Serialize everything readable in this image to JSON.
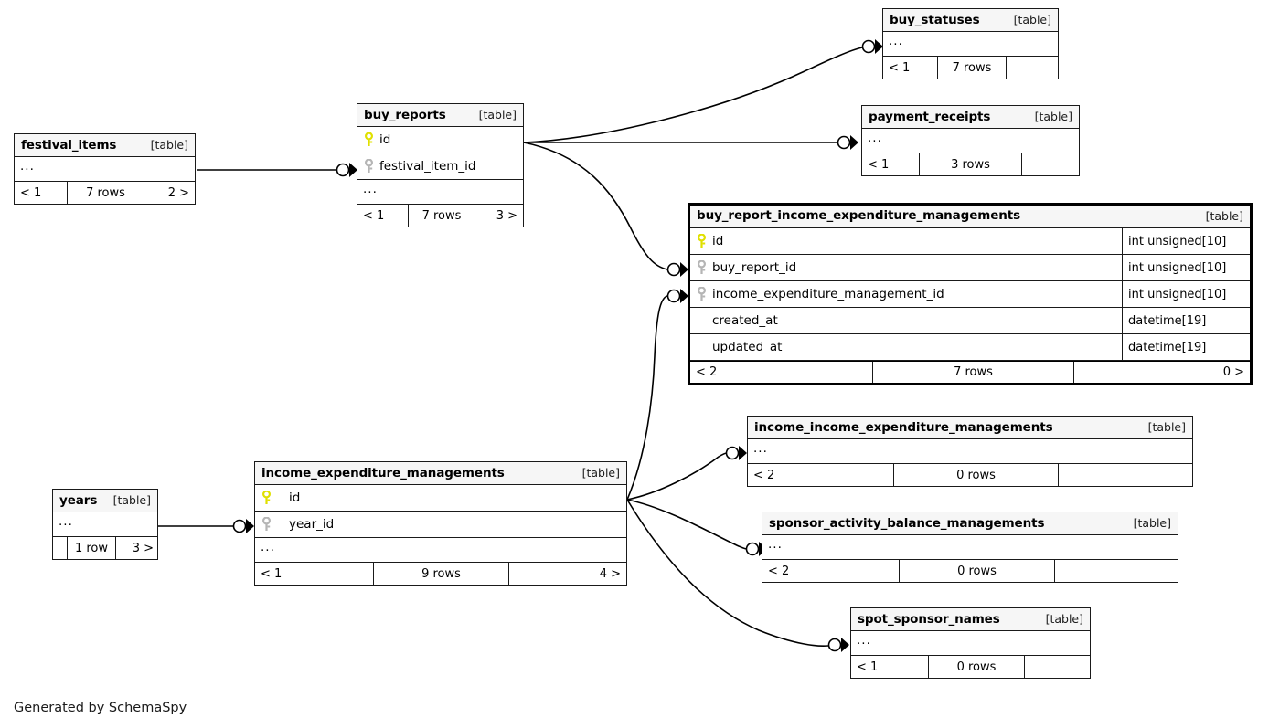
{
  "diagram": {
    "title": "SchemaSpy relationships diagram",
    "credit": "Generated by SchemaSpy",
    "table_tag": "[table]",
    "ellipsis": "...",
    "icons": {
      "primary_key": "primary-key-icon",
      "foreign_key": "foreign-key-icon"
    },
    "colors": {
      "primary_key": "#e8e800",
      "foreign_key": "#b5b5b5",
      "header_bg": "#f6f6f6",
      "border": "#1a1a1a",
      "background": "#ffffff",
      "edge": "#000000"
    }
  },
  "tables": [
    {
      "id": "buy_statuses",
      "name": "buy_statuses",
      "tag": "[table]",
      "focus": false,
      "columns": [],
      "has_ellipsis": true,
      "footer": {
        "left": "< 1",
        "center": "7 rows",
        "right": ""
      }
    },
    {
      "id": "payment_receipts",
      "name": "payment_receipts",
      "tag": "[table]",
      "focus": false,
      "columns": [],
      "has_ellipsis": true,
      "footer": {
        "left": "< 1",
        "center": "3 rows",
        "right": ""
      }
    },
    {
      "id": "buy_reports",
      "name": "buy_reports",
      "tag": "[table]",
      "focus": false,
      "columns": [
        {
          "name": "id",
          "key": "primary",
          "type": ""
        },
        {
          "name": "festival_item_id",
          "key": "foreign",
          "type": ""
        }
      ],
      "has_ellipsis": true,
      "footer": {
        "left": "< 1",
        "center": "7 rows",
        "right": "3 >"
      }
    },
    {
      "id": "festival_items",
      "name": "festival_items",
      "tag": "[table]",
      "focus": false,
      "columns": [],
      "has_ellipsis": true,
      "footer": {
        "left": "< 1",
        "center": "7 rows",
        "right": "2 >"
      }
    },
    {
      "id": "buy_report_income_expenditure_managements",
      "name": "buy_report_income_expenditure_managements",
      "tag": "[table]",
      "focus": true,
      "columns": [
        {
          "name": "id",
          "key": "primary",
          "type": "int unsigned[10]"
        },
        {
          "name": "buy_report_id",
          "key": "foreign",
          "type": "int unsigned[10]"
        },
        {
          "name": "income_expenditure_management_id",
          "key": "foreign",
          "type": "int unsigned[10]"
        },
        {
          "name": "created_at",
          "key": "none",
          "type": "datetime[19]"
        },
        {
          "name": "updated_at",
          "key": "none",
          "type": "datetime[19]"
        }
      ],
      "has_ellipsis": false,
      "footer": {
        "left": "< 2",
        "center": "7 rows",
        "right": "0 >"
      }
    },
    {
      "id": "income_income_expenditure_managements",
      "name": "income_income_expenditure_managements",
      "tag": "[table]",
      "focus": false,
      "columns": [],
      "has_ellipsis": true,
      "footer": {
        "left": "< 2",
        "center": "0 rows",
        "right": ""
      }
    },
    {
      "id": "sponsor_activity_balance_managements",
      "name": "sponsor_activity_balance_managements",
      "tag": "[table]",
      "focus": false,
      "columns": [],
      "has_ellipsis": true,
      "footer": {
        "left": "< 2",
        "center": "0 rows",
        "right": ""
      }
    },
    {
      "id": "spot_sponsor_names",
      "name": "spot_sponsor_names",
      "tag": "[table]",
      "focus": false,
      "columns": [],
      "has_ellipsis": true,
      "footer": {
        "left": "< 1",
        "center": "0 rows",
        "right": ""
      }
    },
    {
      "id": "income_expenditure_managements",
      "name": "income_expenditure_managements",
      "tag": "[table]",
      "focus": false,
      "columns": [
        {
          "name": "id",
          "key": "primary",
          "type": ""
        },
        {
          "name": "year_id",
          "key": "foreign",
          "type": ""
        }
      ],
      "has_ellipsis": true,
      "footer": {
        "left": "< 1",
        "center": "9 rows",
        "right": "4 >"
      }
    },
    {
      "id": "years",
      "name": "years",
      "tag": "[table]",
      "focus": false,
      "columns": [],
      "has_ellipsis": true,
      "footer": {
        "left": "",
        "center": "1 row",
        "right": "3 >"
      }
    }
  ],
  "relationships": [
    {
      "from": "buy_reports",
      "to": "buy_statuses"
    },
    {
      "from": "buy_reports",
      "to": "payment_receipts"
    },
    {
      "from": "buy_reports",
      "to": "buy_report_income_expenditure_managements"
    },
    {
      "from": "festival_items",
      "to": "buy_reports"
    },
    {
      "from": "income_expenditure_managements",
      "to": "buy_report_income_expenditure_managements"
    },
    {
      "from": "income_expenditure_managements",
      "to": "income_income_expenditure_managements"
    },
    {
      "from": "income_expenditure_managements",
      "to": "sponsor_activity_balance_managements"
    },
    {
      "from": "income_expenditure_managements",
      "to": "spot_sponsor_names"
    },
    {
      "from": "years",
      "to": "income_expenditure_managements"
    }
  ]
}
